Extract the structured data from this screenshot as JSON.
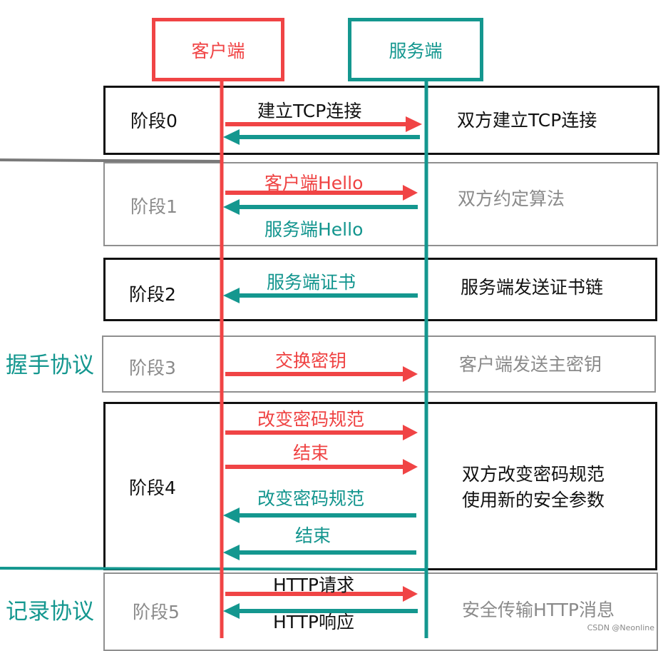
{
  "participants": {
    "client": "客户端",
    "server": "服务端"
  },
  "stages": [
    {
      "label": "阶段0",
      "desc": "双方建立TCP连接",
      "messages": [
        "建立TCP连接"
      ]
    },
    {
      "label": "阶段1",
      "desc": "双方约定算法",
      "messages": [
        "客户端Hello",
        "服务端Hello"
      ]
    },
    {
      "label": "阶段2",
      "desc": "服务端发送证书链",
      "messages": [
        "服务端证书"
      ]
    },
    {
      "label": "阶段3",
      "desc": "客户端发送主密钥",
      "messages": [
        "交换密钥"
      ]
    },
    {
      "label": "阶段4",
      "desc_line1": "双方改变密码规范",
      "desc_line2": "使用新的安全参数",
      "messages": [
        "改变密码规范",
        "结束",
        "改变密码规范",
        "结束"
      ]
    },
    {
      "label": "阶段5",
      "desc": "安全传输HTTP消息",
      "messages": [
        "HTTP请求",
        "HTTP响应"
      ]
    }
  ],
  "phases": {
    "handshake": "握手协议",
    "record": "记录协议"
  },
  "colors": {
    "client": "#f04445",
    "server": "#14978f",
    "dark_border": "#111111",
    "grey_border": "#8f8f8f"
  },
  "watermark": "CSDN @Neonline"
}
